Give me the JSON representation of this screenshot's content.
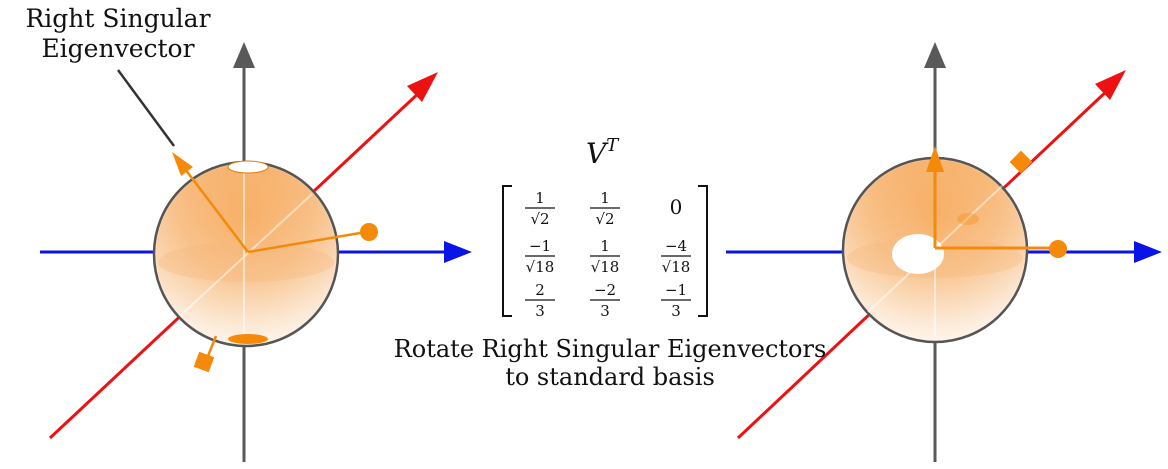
{
  "labels": {
    "left_annotation_line1": "Right Singular",
    "left_annotation_line2": "Eigenvector",
    "matrix_title_base": "V",
    "matrix_title_sup": "T",
    "caption_line1": "Rotate Right Singular Eigenvectors",
    "caption_line2": "to standard basis"
  },
  "matrix": {
    "rows": [
      [
        {
          "num": "1",
          "den": "√2"
        },
        {
          "num": "1",
          "den": "√2"
        },
        {
          "plain": "0"
        }
      ],
      [
        {
          "num": "−1",
          "den": "√18"
        },
        {
          "num": "1",
          "den": "√18"
        },
        {
          "num": "−4",
          "den": "√18"
        }
      ],
      [
        {
          "num": "2",
          "den": "3"
        },
        {
          "num": "−2",
          "den": "3"
        },
        {
          "num": "−1",
          "den": "3"
        }
      ]
    ]
  },
  "colors": {
    "vertical_axis": "#595959",
    "horizontal_axis": "#0a14e6",
    "diagonal_axis": "#ee1111",
    "eigenvector": "#f58a0a",
    "sphere_outline": "#555555",
    "pointer_line": "#333333"
  }
}
